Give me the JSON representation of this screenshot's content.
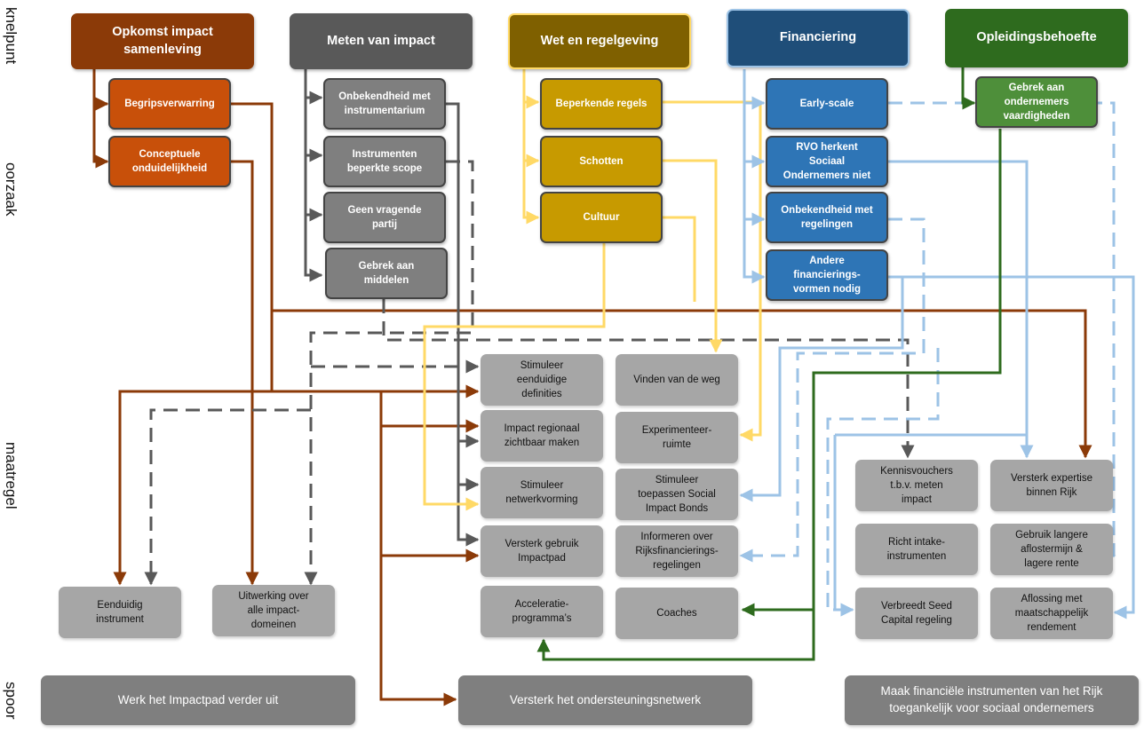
{
  "side_labels": [
    "knelpunt",
    "oorzaak",
    "maatregel",
    "spoor"
  ],
  "colors": {
    "brown": "#8b3a08",
    "orange": "#c8500a",
    "dark_gray": "#595959",
    "mid_gray": "#7f7f7f",
    "gold": "#8a6a00",
    "gold_light": "#c79a00",
    "yellow_line": "#ffd966",
    "navy": "#1f4e79",
    "blue": "#2e75b6",
    "light_blue": "#9dc3e6",
    "green": "#2e6b1e",
    "green_light": "#4e8f3a",
    "measure_gray": "#a6a6a6"
  },
  "headers": [
    {
      "id": "h-impact",
      "label": "Opkomst impact\nsamenleving"
    },
    {
      "id": "h-meten",
      "label": "Meten van impact"
    },
    {
      "id": "h-wet",
      "label": "Wet en regelgeving"
    },
    {
      "id": "h-fin",
      "label": "Financiering"
    },
    {
      "id": "h-opl",
      "label": "Opleidingsbehoefte"
    }
  ],
  "causes": [
    {
      "id": "c-begrip",
      "label": "Begripsverwarring"
    },
    {
      "id": "c-concept",
      "label": "Conceptuele\nonduidelijkheid"
    },
    {
      "id": "c-onbek-instr",
      "label": "Onbekendheid met\ninstrumentarium"
    },
    {
      "id": "c-instr-scope",
      "label": "Instrumenten\nbeperkte scope"
    },
    {
      "id": "c-geen-vraag",
      "label": "Geen vragende\npartij"
    },
    {
      "id": "c-gebrek-middelen",
      "label": "Gebrek aan\nmiddelen"
    },
    {
      "id": "c-beperkende",
      "label": "Beperkende regels"
    },
    {
      "id": "c-schotten",
      "label": "Schotten"
    },
    {
      "id": "c-cultuur",
      "label": "Cultuur"
    },
    {
      "id": "c-early",
      "label": "Early-scale"
    },
    {
      "id": "c-rvo",
      "label": "RVO herkent\nSociaal\nOndernemers niet"
    },
    {
      "id": "c-onbek-reg",
      "label": "Onbekendheid met\nregelingen"
    },
    {
      "id": "c-andere",
      "label": "Andere\nfinancierings-\nvormen nodig"
    },
    {
      "id": "c-gebrek-vaard",
      "label": "Gebrek aan\nondernemers\nvaardigheden"
    }
  ],
  "measures": [
    {
      "id": "m-stim-def",
      "label": "Stimuleer\neenduidige\ndefinities"
    },
    {
      "id": "m-vinden",
      "label": "Vinden van de weg"
    },
    {
      "id": "m-regionaal",
      "label": "Impact regionaal\nzichtbaar maken"
    },
    {
      "id": "m-experiment",
      "label": "Experimenteer-\nruimte"
    },
    {
      "id": "m-netwerk",
      "label": "Stimuleer\nnetwerkvorming"
    },
    {
      "id": "m-sib",
      "label": "Stimuleer\ntoepassen Social\nImpact Bonds"
    },
    {
      "id": "m-impactpad",
      "label": "Versterk gebruik\nImpactpad"
    },
    {
      "id": "m-informeren",
      "label": "Informeren over\nRijksfinancierings-\nregelingen"
    },
    {
      "id": "m-accel",
      "label": "Acceleratie-\nprogramma’s"
    },
    {
      "id": "m-coaches",
      "label": "Coaches"
    },
    {
      "id": "m-kennis",
      "label": "Kennisvouchers\nt.b.v.  meten\nimpact"
    },
    {
      "id": "m-expertise",
      "label": "Versterk expertise\nbinnen Rijk"
    },
    {
      "id": "m-intake",
      "label": "Richt intake-\ninstrumenten"
    },
    {
      "id": "m-aflos-termijn",
      "label": "Gebruik langere\naflostermijn &\nlagere rente"
    },
    {
      "id": "m-seed",
      "label": "Verbreedt Seed\nCapital regeling"
    },
    {
      "id": "m-aflossing",
      "label": "Aflossing met\nmaatschappelijk\nrendement"
    },
    {
      "id": "m-eenduidig",
      "label": "Eenduidig\ninstrument"
    },
    {
      "id": "m-uitwerking",
      "label": "Uitwerking over\nalle impact-\ndomeinen"
    }
  ],
  "tracks": [
    {
      "id": "s-impactpad",
      "label": "Werk het Impactpad verder uit"
    },
    {
      "id": "s-netwerk",
      "label": "Versterk het ondersteuningsnetwerk"
    },
    {
      "id": "s-fin",
      "label": "Maak financiële instrumenten van het Rijk\ntoegankelijk voor sociaal ondernemers"
    }
  ]
}
